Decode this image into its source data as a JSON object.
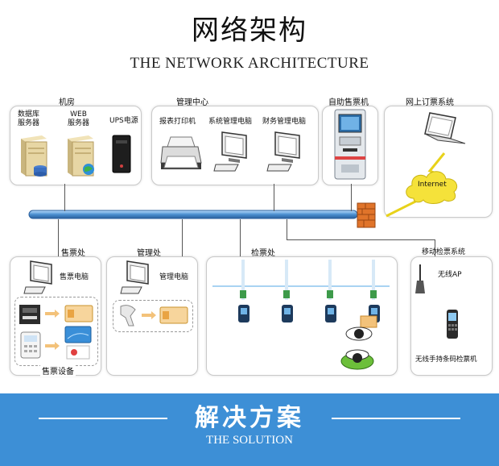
{
  "header": {
    "title_cn": "网络架构",
    "title_en": "THE NETWORK ARCHITECTURE"
  },
  "sections": {
    "server_room": {
      "title": "机房",
      "db_server": "数据库\n服务器",
      "web_server": "WEB\n服务器",
      "ups": "UPS电源"
    },
    "management_center": {
      "title": "管理中心",
      "report_printer": "报表打印机",
      "system_pc": "系统管理电脑",
      "finance_pc": "财务管理电脑"
    },
    "kiosk": {
      "title": "自助售票机"
    },
    "online": {
      "title": "网上订票系统",
      "cloud": "Internet"
    },
    "ticket_office": {
      "title": "售票处",
      "pc": "售票电脑",
      "devices": "售票设备"
    },
    "management_office": {
      "title": "管理处",
      "pc": "管理电脑"
    },
    "check_point": {
      "title": "检票处"
    },
    "mobile_check": {
      "title": "移动检票系统",
      "ap": "无线AP",
      "handheld": "无线手持条码检票机"
    }
  },
  "footer": {
    "title_cn": "解决方案",
    "title_en": "THE SOLUTION"
  },
  "colors": {
    "backbone": "#4a8fd0",
    "footer_bg": "#3d8fd6",
    "firewall": "#e0742a",
    "lightning": "#e8d21a"
  }
}
